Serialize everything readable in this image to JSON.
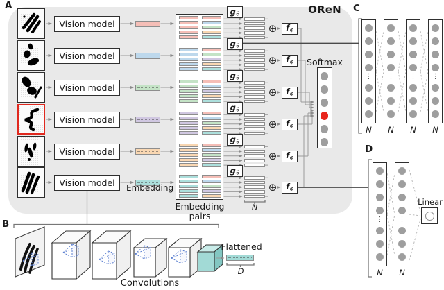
{
  "figure": {
    "panel_a": {
      "label": "A",
      "title": "OReN",
      "vision_model_label": "Vision model",
      "embedding_label": "Embedding",
      "embedding_pairs_label": "Embedding pairs",
      "softmax_label": "Softmax",
      "relation_module": {
        "base": "g",
        "subscript": "θ"
      },
      "score_module": {
        "base": "f",
        "subscript": "φ"
      },
      "sum_symbol": "⊕",
      "stack_count_label": "N",
      "rows": [
        {
          "sketch": "scribble-strokes",
          "selected": false,
          "embedding_color": "#f5beb7",
          "pair_colors": [
            "#f5beb7",
            "#bdd8ec",
            "#c4e3c6",
            "#f9d7b2",
            "#acdfdc"
          ]
        },
        {
          "sketch": "scribble-blobs",
          "selected": false,
          "embedding_color": "#bdd8ec",
          "pair_colors": [
            "#f5beb7",
            "#c4e3c6",
            "#d0c7e1",
            "#f9d7b2",
            "#acdfdc"
          ]
        },
        {
          "sketch": "scribble-ellipses",
          "selected": false,
          "embedding_color": "#c4e3c6",
          "pair_colors": [
            "#f5beb7",
            "#bdd8ec",
            "#d0c7e1",
            "#f9d7b2",
            "#acdfdc"
          ]
        },
        {
          "sketch": "scribble-zigzag",
          "selected": true,
          "selection_color": "#e0281e",
          "embedding_color": "#d0c7e1",
          "pair_colors": [
            "#f5beb7",
            "#bdd8ec",
            "#c4e3c6",
            "#f9d7b2",
            "#acdfdc"
          ]
        },
        {
          "sketch": "scribble-small-blobs",
          "selected": false,
          "embedding_color": "#f9d7b2",
          "pair_colors": [
            "#f5beb7",
            "#bdd8ec",
            "#c4e3c6",
            "#d0c7e1",
            "#acdfdc"
          ]
        },
        {
          "sketch": "scribble-hatch",
          "selected": false,
          "embedding_color": "#acdfdc",
          "pair_colors": [
            "#f5beb7",
            "#bdd8ec",
            "#c4e3c6",
            "#d0c7e1",
            "#f9d7b2"
          ]
        }
      ],
      "softmax": {
        "num_outputs": 6,
        "highlighted_index": 3,
        "dot_color": "#9e9e9e",
        "highlight_color": "#e8251c"
      }
    },
    "panel_b": {
      "label": "B",
      "convolutions_label": "Convolutions",
      "flattened_label": "Flattened",
      "flattened_dim_label": "D"
    },
    "panel_c": {
      "label": "C",
      "num_layers": 4,
      "layer_size_labels": [
        "N",
        "N",
        "N",
        "N"
      ],
      "ellipsis": "⋮"
    },
    "panel_d": {
      "label": "D",
      "num_layers": 2,
      "layer_size_labels": [
        "N",
        "N"
      ],
      "linear_label": "Linear",
      "ellipsis": "⋮"
    },
    "colors": {
      "panel_background": "#e9e9e9",
      "box_border": "#2f2f2f",
      "wire": "#9a9a9a",
      "dark_wire": "#4a4a4a",
      "node_gray": "#9e9e9e",
      "highlight_red": "#e8251c",
      "flatten_teal": "#a2dad6",
      "conv_filter_blue": "#5b7fd0"
    }
  }
}
